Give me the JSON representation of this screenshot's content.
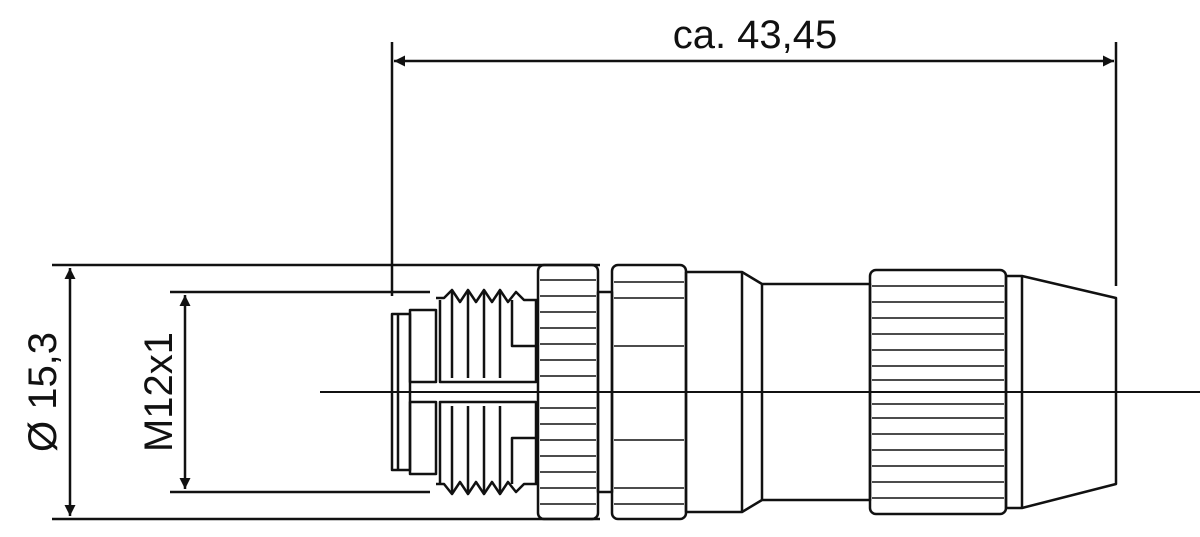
{
  "drawing": {
    "dim_overall_length": "ca. 43,45",
    "dim_outer_diameter": "Ø 15,3",
    "dim_thread": "M12x1"
  },
  "colors": {
    "line": "#111111",
    "background": "#ffffff"
  }
}
